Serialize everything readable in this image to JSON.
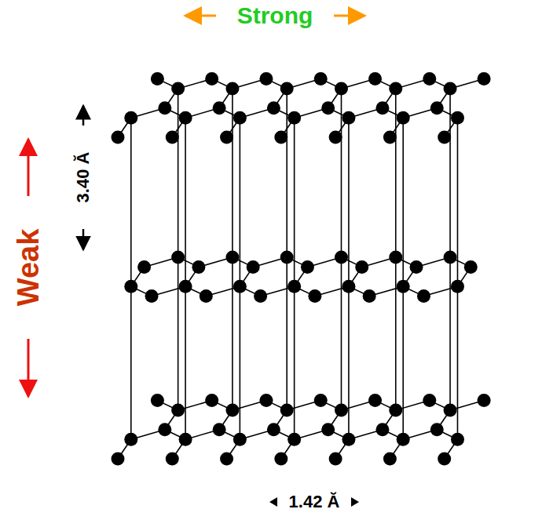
{
  "diagram": {
    "labels": [
      "Strong",
      "Weak",
      "3.40 Ă",
      "1.42 Ă"
    ]
  }
}
